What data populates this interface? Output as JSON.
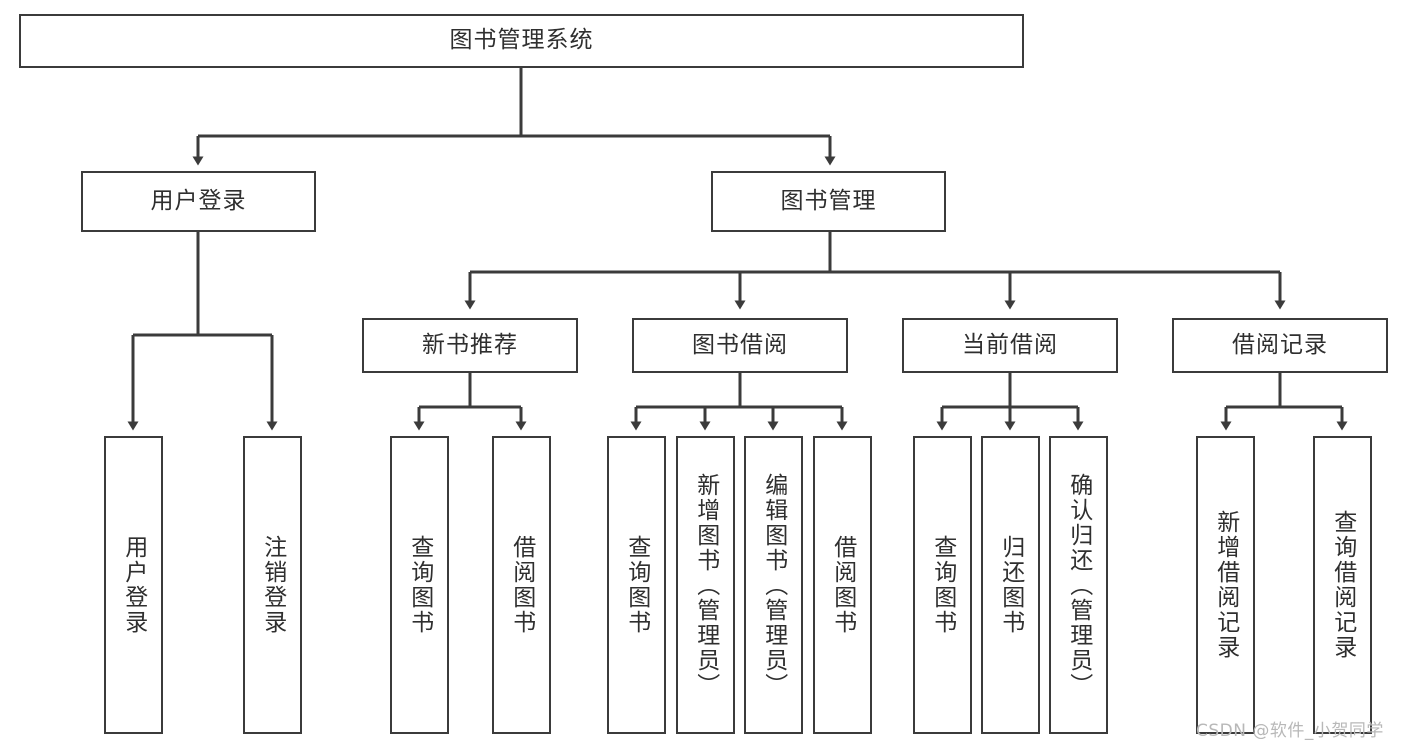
{
  "diagram": {
    "title": "图书管理系统",
    "type": "hierarchy-tree",
    "watermark": "CSDN @软件_小贺同学",
    "colors": {
      "box_border": "#3b3b3b",
      "box_fill": "#ffffff",
      "edge": "#3b3b3b",
      "text": "#2f2f2f",
      "watermark": "#b8b8b8",
      "background": "#ffffff"
    },
    "nodes": {
      "root": {
        "label": "图书管理系统"
      },
      "level1": [
        {
          "id": "user-login",
          "label": "用户登录"
        },
        {
          "id": "book-manage",
          "label": "图书管理"
        }
      ],
      "level2": [
        {
          "id": "new-book-recommend",
          "label": "新书推荐"
        },
        {
          "id": "book-borrow",
          "label": "图书借阅"
        },
        {
          "id": "current-borrow",
          "label": "当前借阅"
        },
        {
          "id": "borrow-record",
          "label": "借阅记录"
        }
      ],
      "leaves": {
        "user-login": [
          {
            "id": "leaf-user-login",
            "label": "用户登录"
          },
          {
            "id": "leaf-logout-login",
            "label": "注销登录"
          }
        ],
        "new-book-recommend": [
          {
            "id": "leaf-query-book-1",
            "label": "查询图书"
          },
          {
            "id": "leaf-borrow-book-1",
            "label": "借阅图书"
          }
        ],
        "book-borrow": [
          {
            "id": "leaf-query-book-2",
            "label": "查询图书"
          },
          {
            "id": "leaf-add-book",
            "label": "新增图书（管理员）"
          },
          {
            "id": "leaf-edit-book",
            "label": "编辑图书（管理员）"
          },
          {
            "id": "leaf-borrow-book-2",
            "label": "借阅图书"
          }
        ],
        "current-borrow": [
          {
            "id": "leaf-query-book-3",
            "label": "查询图书"
          },
          {
            "id": "leaf-return-book",
            "label": "归还图书"
          },
          {
            "id": "leaf-confirm-return",
            "label": "确认归还（管理员）"
          }
        ],
        "borrow-record": [
          {
            "id": "leaf-add-record",
            "label": "新增借阅记录"
          },
          {
            "id": "leaf-query-record",
            "label": "查询借阅记录"
          }
        ]
      }
    }
  }
}
